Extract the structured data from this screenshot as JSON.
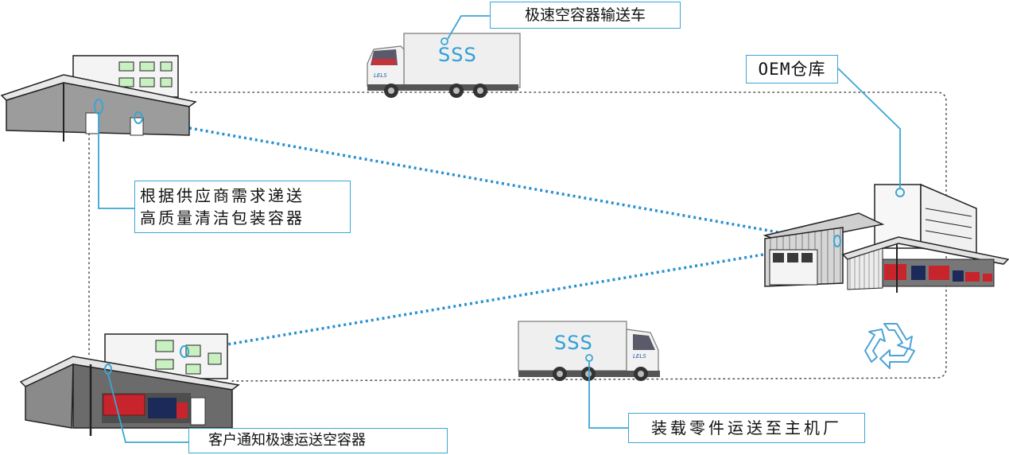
{
  "labels": {
    "truck_label": "极速空容器输送车",
    "oem_label": "OEM仓库",
    "supplier_line1": "根据供应商需求递送",
    "supplier_line2": "高质量清洁包装容器",
    "notify_label": "客户通知极速运送空容器",
    "load_label": "装载零件运送至主机厂"
  },
  "trucks": {
    "top_logo": "SSS",
    "bottom_logo": "SSS",
    "brand": "LELS"
  },
  "colors": {
    "accent": "#3aa6d4",
    "dotted_link": "#2b8fd0",
    "route": "#555555",
    "logo_text": "#2f9fd8"
  },
  "icons": {
    "recycle": "recycle-icon"
  }
}
